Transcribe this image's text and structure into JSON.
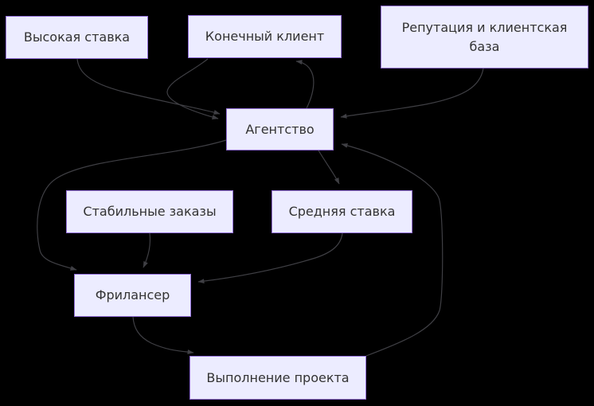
{
  "diagram": {
    "type": "flowchart",
    "background_color": "#000000",
    "node_fill_color": "#ECECFF",
    "node_border_color": "#9370DB",
    "node_text_color": "#333333",
    "edge_color": "#3f3f44",
    "nodes": {
      "vysokaya_stavka": {
        "label": "Высокая ставка"
      },
      "konechny_klient": {
        "label": "Конечный клиент"
      },
      "reputacia": {
        "label": "Репутация и клиентская база",
        "lines": [
          "Репутация и клиентская",
          "база"
        ]
      },
      "agentstvo": {
        "label": "Агентство"
      },
      "stabilnye_zakazy": {
        "label": "Стабильные заказы"
      },
      "srednyaya_stavka": {
        "label": "Средняя ставка"
      },
      "freelancer": {
        "label": "Фрилансер"
      },
      "vypolnenie_proekta": {
        "label": "Выполнение проекта"
      }
    },
    "edges": [
      {
        "from": "Высокая ставка",
        "to": "Агентство"
      },
      {
        "from": "Конечный клиент",
        "to": "Агентство"
      },
      {
        "from": "Агентство",
        "to": "Конечный клиент"
      },
      {
        "from": "Репутация и клиентская база",
        "to": "Агентство"
      },
      {
        "from": "Выполнение проекта",
        "to": "Агентство"
      },
      {
        "from": "Агентство",
        "to": "Средняя ставка"
      },
      {
        "from": "Агентство",
        "to": "Фрилансер"
      },
      {
        "from": "Стабильные заказы",
        "to": "Фрилансер"
      },
      {
        "from": "Средняя ставка",
        "to": "Фрилансер"
      },
      {
        "from": "Фрилансер",
        "to": "Выполнение проекта"
      }
    ]
  }
}
